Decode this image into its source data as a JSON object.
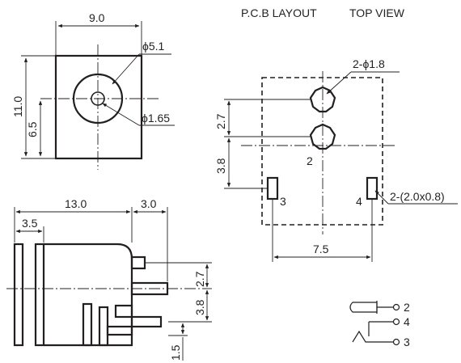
{
  "header": {
    "pcb_layout": "P.C.B LAYOUT",
    "top_view": "TOP VIEW"
  },
  "front_view": {
    "width": "9.0",
    "height": "11.0",
    "center_height": "6.5",
    "outer_diameter": "ϕ5.1",
    "pin_diameter": "ϕ1.65"
  },
  "side_view": {
    "length": "13.0",
    "pin_offset": "3.0",
    "flange": "3.5",
    "pitch_a": "2.7",
    "pitch_b": "3.8",
    "pin_height": "1.5"
  },
  "pcb": {
    "hole_spec": "2-ϕ1.8",
    "slot_spec": "2-(2.0x0.8)",
    "pitch_a": "2.7",
    "pitch_b": "3.8",
    "width": "7.5",
    "pin_label_2": "2",
    "pin_label_3": "3",
    "pin_label_4": "4"
  },
  "schematic": {
    "pin_2": "2",
    "pin_4": "4",
    "pin_3": "3"
  }
}
